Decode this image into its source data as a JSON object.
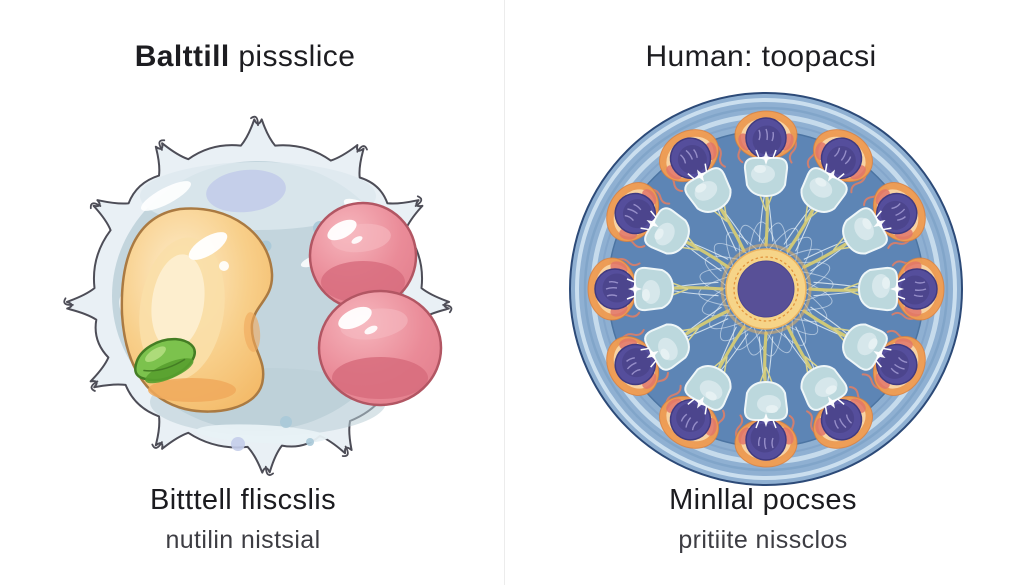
{
  "page": {
    "background": "#ffffff",
    "divider_color": "#ececec"
  },
  "left_panel": {
    "title": {
      "bold": "Balttill",
      "regular": " pissslice"
    },
    "caption_line1": "Bitttell fliscslis",
    "caption_line2": "nutilin nistsial",
    "illustration": "spiky-cell-with-organelles",
    "spike_count": 12,
    "colors": {
      "membrane_fill": "#e9f0f5",
      "membrane_stroke": "#4d4d57",
      "cytoplasm": "#c3d5dd",
      "cytoplasm_top": "#dde9ef",
      "cytoplasm_bottom": "#b9cdd6",
      "nucleoid_lavender": "#c4cdea",
      "bubble": "#a9c9d8",
      "streak": "#ffffff",
      "bean_core": "#fdeccb",
      "bean_mid": "#f8cf8a",
      "bean_edge": "#f3b865",
      "bean_stroke": "#aa7a42",
      "bean_shade": "#f0a95c",
      "pink_light": "#f6b6bd",
      "pink_mid": "#ea8b98",
      "pink_edge": "#e27f8d",
      "pink_dark": "#d76c7d",
      "pink_stroke": "#b25663",
      "green": "#7cc24d",
      "green_dark": "#58a02f",
      "green_light": "#b2de80",
      "green_stroke": "#447d24"
    }
  },
  "right_panel": {
    "title": "Human: toopacsi",
    "caption_line1": "Minllal pocses",
    "caption_line2": "pritiite nissclos",
    "illustration": "radial-follicle-cross-section",
    "unit_count": 12,
    "colors": {
      "ring_base": "#8fb0d2",
      "ring_pale": "#cfe2f0",
      "ring_light": "#c6dbec",
      "ring_mid": "#7fa3c8",
      "outline": "#2c4a78",
      "field": "#5d85b5",
      "field_edge": "#4b74a2",
      "web": "#e9f2f9",
      "stalk": "#cfc878",
      "stalk_light": "#d8d28a",
      "cap_fill": "#bcd8dd",
      "cap_edge": "#eef6f8",
      "cap_light": "#d8e9ec",
      "ball": "#554e9c",
      "ball_inner": "#494288",
      "ball_dark": "#403a80",
      "ball_lines": "#968ec9",
      "petal_orange": "#f09c52",
      "petal_rim": "#d97f3f",
      "petal_peach": "#f8d3a2",
      "petal_coral": "#e2766a",
      "squiggle": "#cf7f70",
      "center_ring": "#f6d488",
      "center_ring_edge": "#ecb35f",
      "center_dots": "#e2953f",
      "center_disc": "#585097",
      "center_disc_edge": "#4c4590",
      "sparkle": "#ffffff"
    }
  }
}
